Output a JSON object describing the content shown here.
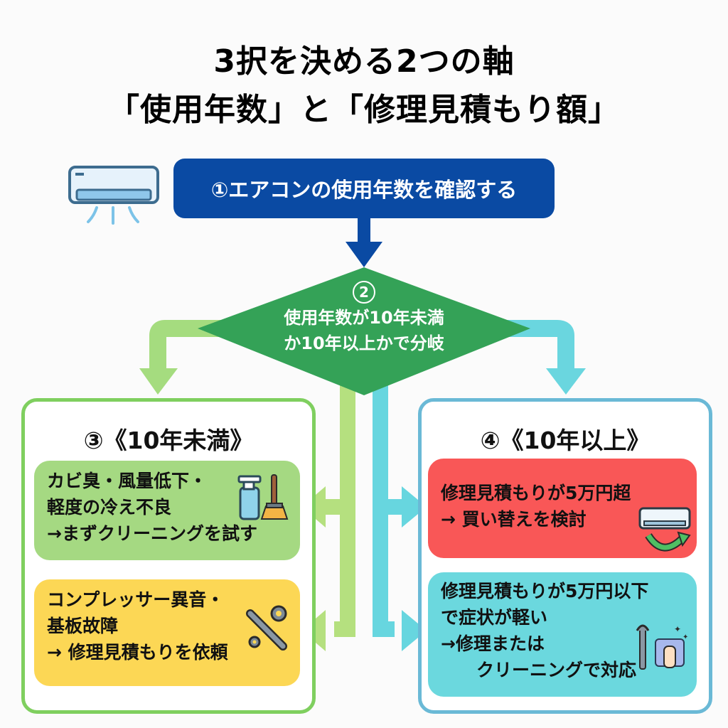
{
  "title": {
    "line1": "3択を決める2つの軸",
    "line2": "「使用年数」と「修理見積もり額」"
  },
  "step1": {
    "label": "①エアコンの使用年数を確認する",
    "icon": "air-conditioner-icon"
  },
  "decision": {
    "number": "2",
    "line1": "使用年数が10年未満",
    "line2": "か10年以上かで分岐"
  },
  "branch_under_10": {
    "heading": "③《10年未満》",
    "cases": [
      {
        "lines": [
          "カビ臭・風量低下・",
          "軽度の冷え不良",
          "→まずクリーニングを試す"
        ],
        "icon": "spray-and-brush-icon"
      },
      {
        "lines": [
          "コンプレッサー異音・",
          "基板故障",
          "→ 修理見積もりを依頼"
        ],
        "icon": "wrench-gears-icon"
      }
    ]
  },
  "branch_over_10": {
    "heading": "④《10年以上》",
    "cases": [
      {
        "lines": [
          "修理見積もりが5万円超",
          "→ 買い替えを検討"
        ],
        "icon": "ac-replace-icon"
      },
      {
        "lines": [
          "修理見積もりが5万円以下",
          "で症状が軽い",
          "→修理または",
          "クリーニングで対応"
        ],
        "icon": "wrench-cleaning-icon"
      }
    ]
  },
  "colors": {
    "step1": "#0a4aa3",
    "decision": "#34a257",
    "under_10": "#a5d982",
    "over_10": "#6bd8de",
    "replace": "#f95757",
    "repair": "#fcd755"
  }
}
